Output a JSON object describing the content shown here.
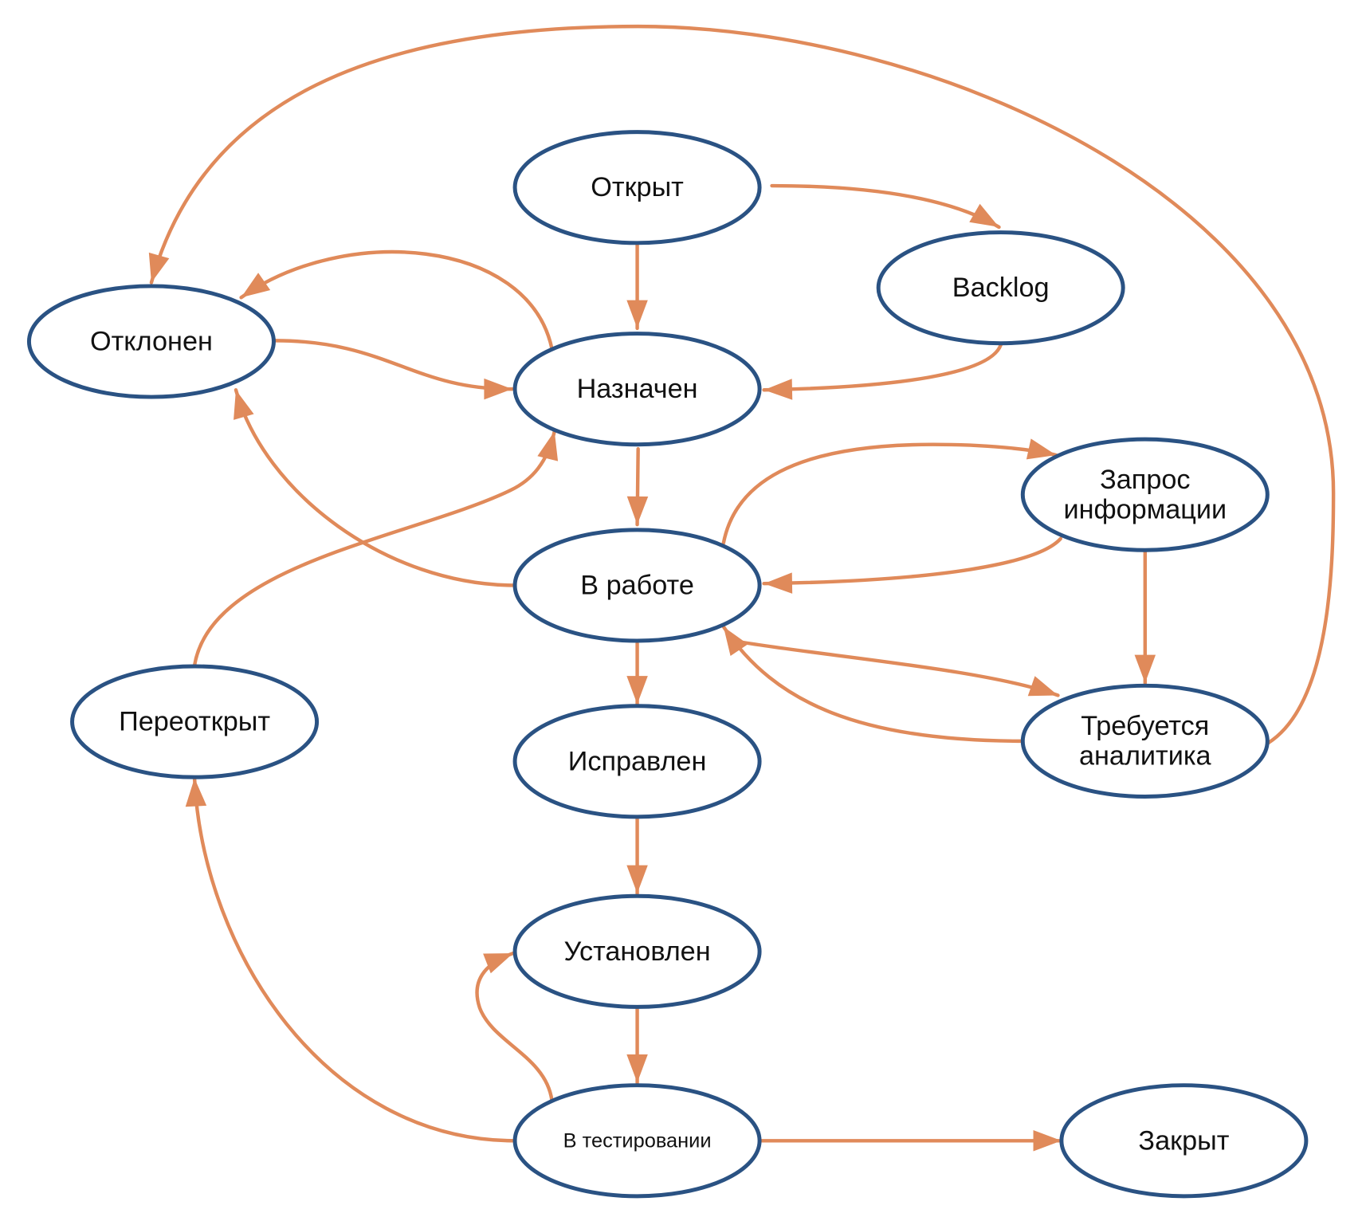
{
  "diagram": {
    "type": "state-diagram",
    "colors": {
      "node_stroke": "#2a5283",
      "edge": "#e08a5a",
      "background": "#ffffff"
    },
    "nodes": [
      {
        "id": "otkryt",
        "lines": [
          "Открыт"
        ]
      },
      {
        "id": "backlog",
        "lines": [
          "Backlog"
        ]
      },
      {
        "id": "otklonen",
        "lines": [
          "Отклонен"
        ]
      },
      {
        "id": "naznachen",
        "lines": [
          "Назначен"
        ]
      },
      {
        "id": "zapros",
        "lines": [
          "Запрос",
          "информации"
        ]
      },
      {
        "id": "v-rabote",
        "lines": [
          "В работе"
        ]
      },
      {
        "id": "pereotkryt",
        "lines": [
          "Переоткрыт"
        ]
      },
      {
        "id": "ispravlen",
        "lines": [
          "Исправлен"
        ]
      },
      {
        "id": "trebuetsya",
        "lines": [
          "Требуется",
          "аналитика"
        ]
      },
      {
        "id": "ustanovlen",
        "lines": [
          "Установлен"
        ]
      },
      {
        "id": "v-testirovanii",
        "lines": [
          "В тестировании"
        ]
      },
      {
        "id": "zakryt",
        "lines": [
          "Закрыт"
        ]
      }
    ],
    "edges": [
      {
        "from": "otkryt",
        "to": "backlog"
      },
      {
        "from": "otkryt",
        "to": "naznachen"
      },
      {
        "from": "backlog",
        "to": "naznachen"
      },
      {
        "from": "otklonen",
        "to": "naznachen"
      },
      {
        "from": "naznachen",
        "to": "otklonen"
      },
      {
        "from": "naznachen",
        "to": "v-rabote"
      },
      {
        "from": "v-rabote",
        "to": "otklonen"
      },
      {
        "from": "v-rabote",
        "to": "zapros"
      },
      {
        "from": "zapros",
        "to": "v-rabote"
      },
      {
        "from": "zapros",
        "to": "trebuetsya"
      },
      {
        "from": "v-rabote",
        "to": "trebuetsya"
      },
      {
        "from": "trebuetsya",
        "to": "v-rabote"
      },
      {
        "from": "trebuetsya",
        "to": "otklonen"
      },
      {
        "from": "v-rabote",
        "to": "ispravlen"
      },
      {
        "from": "ispravlen",
        "to": "ustanovlen"
      },
      {
        "from": "ustanovlen",
        "to": "v-testirovanii"
      },
      {
        "from": "v-testirovanii",
        "to": "ustanovlen"
      },
      {
        "from": "v-testirovanii",
        "to": "pereotkryt"
      },
      {
        "from": "pereotkryt",
        "to": "naznachen"
      },
      {
        "from": "v-testirovanii",
        "to": "zakryt"
      }
    ]
  }
}
